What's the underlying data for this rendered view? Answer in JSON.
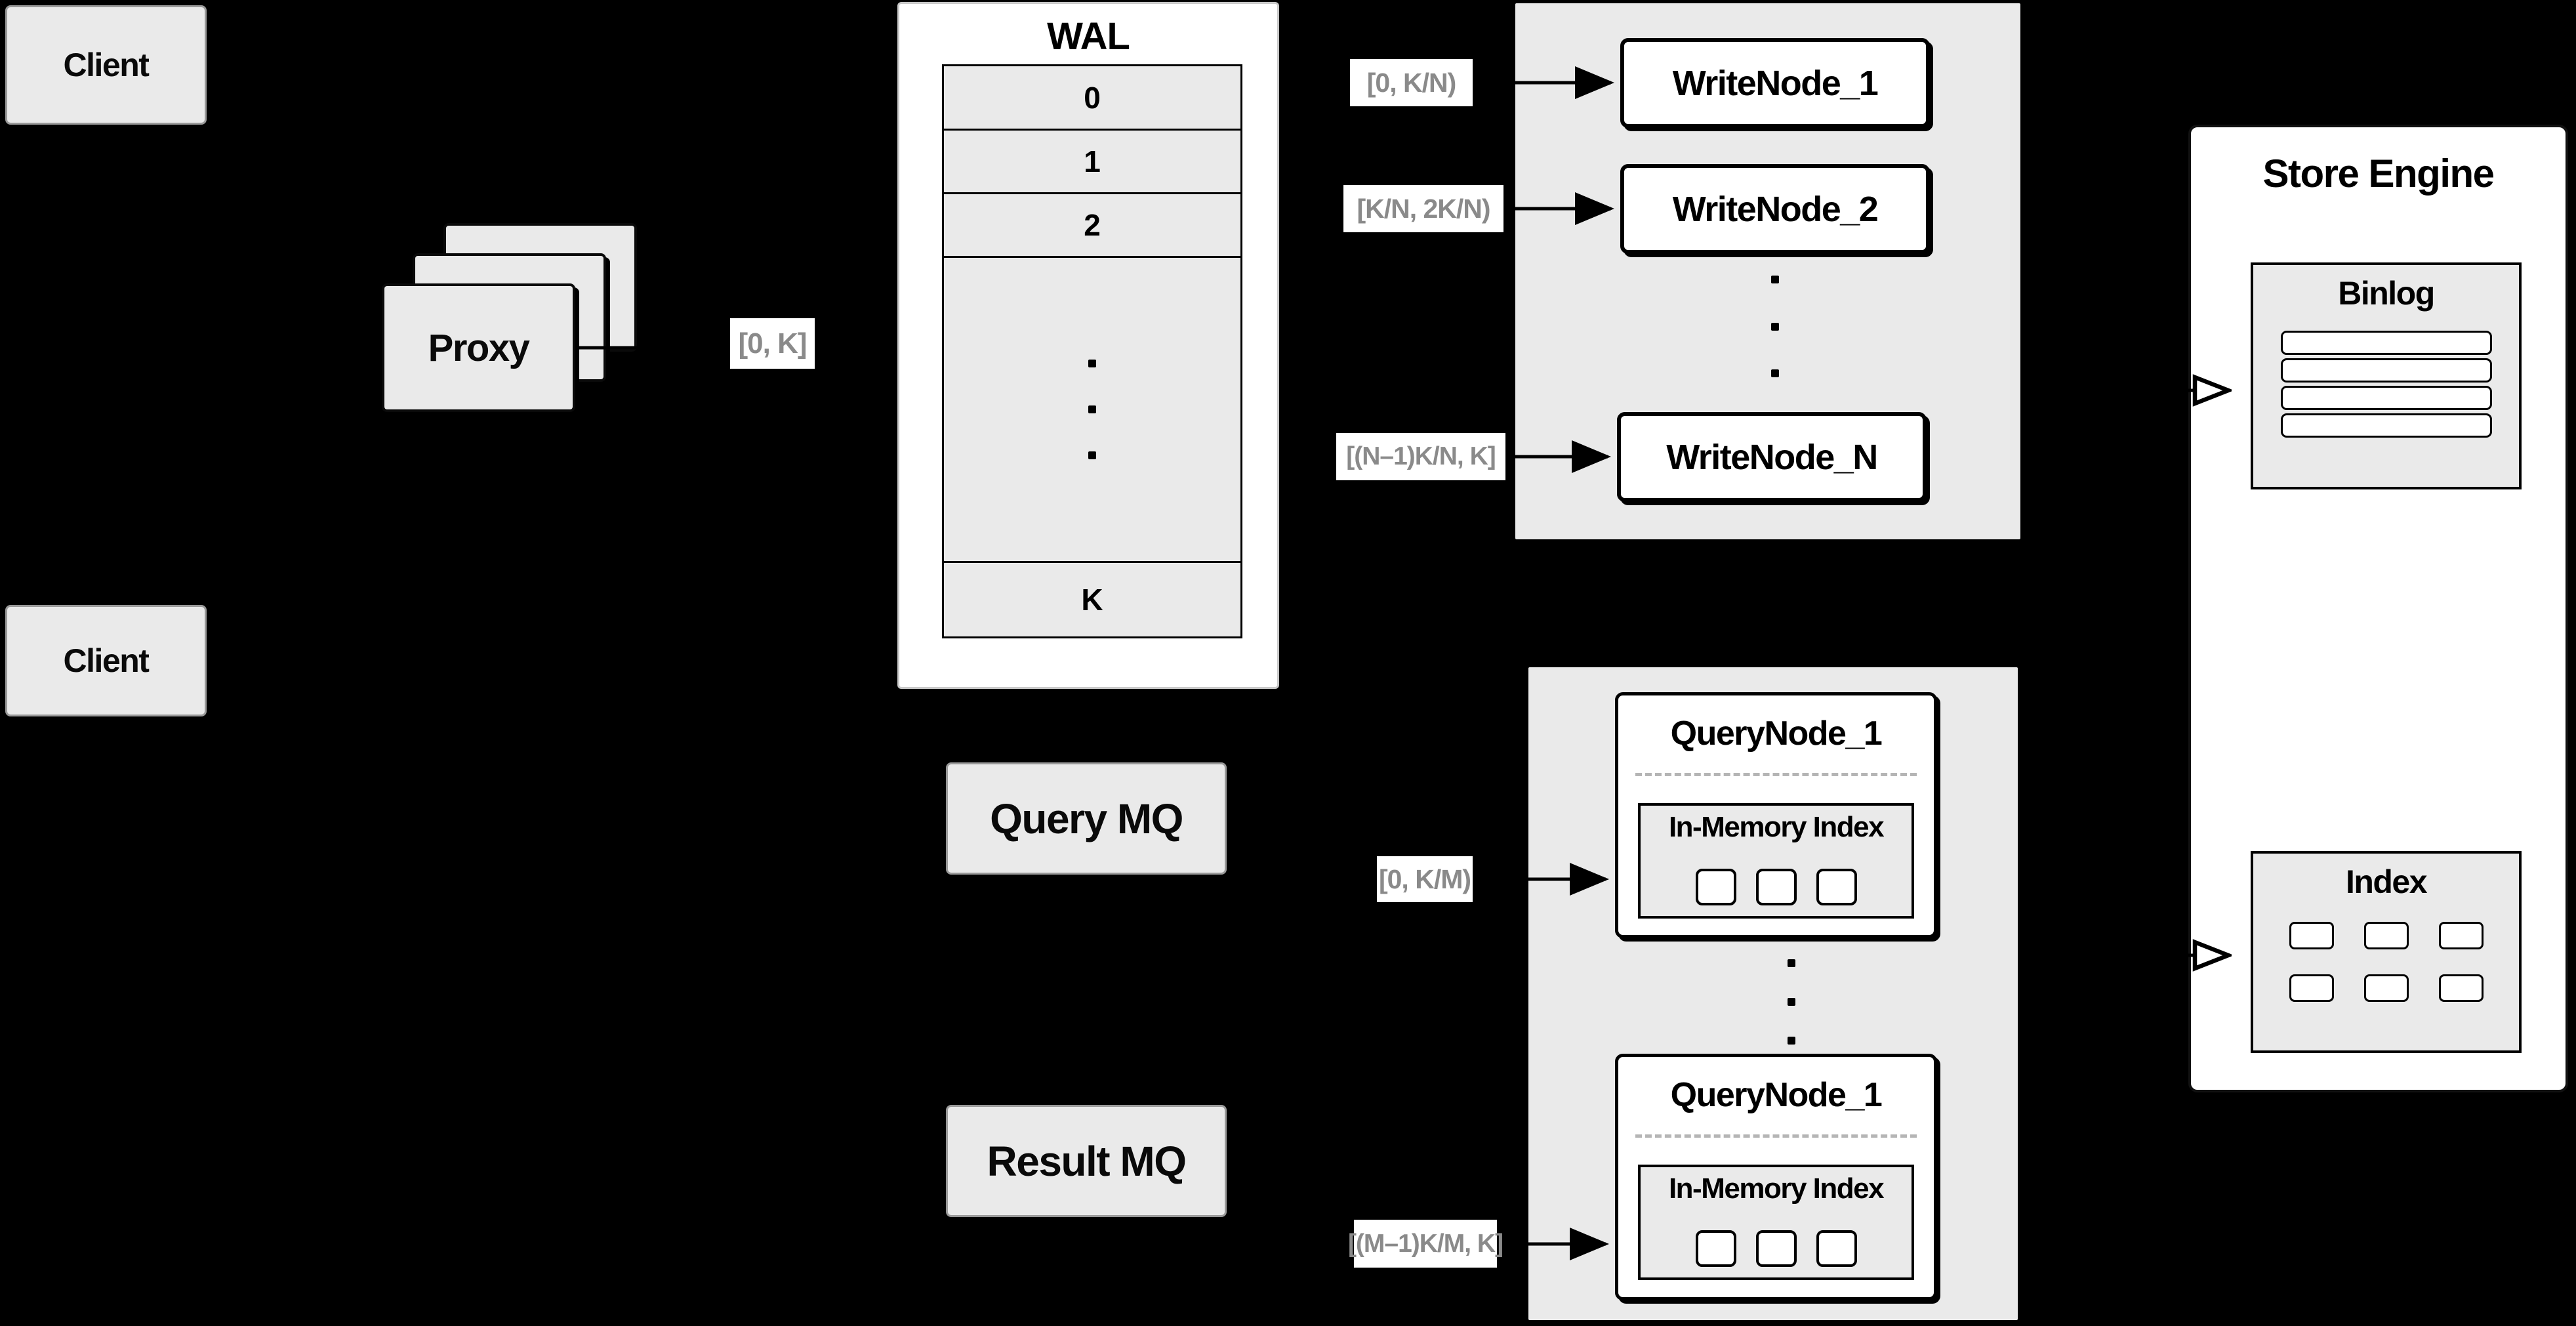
{
  "diagram": {
    "clients": {
      "top_label": "Client",
      "bottom_label": "Client"
    },
    "proxy": {
      "label": "Proxy",
      "range_label": "[0, K]"
    },
    "wal": {
      "title": "WAL",
      "rows": [
        "0",
        "1",
        "2",
        "K"
      ],
      "ellipsis": "⋮"
    },
    "write_group": {
      "nodes": [
        {
          "label": "WriteNode_1",
          "range": "[0, K/N)"
        },
        {
          "label": "WriteNode_2",
          "range": "[K/N, 2K/N)"
        },
        {
          "label": "WriteNode_N",
          "range": "[(N–1)K/N, K]"
        }
      ],
      "ellipsis": "⋮"
    },
    "mq": {
      "query_label": "Query MQ",
      "result_label": "Result MQ"
    },
    "query_group": {
      "nodes": [
        {
          "label": "QueryNode_1",
          "inner_title": "In-Memory Index",
          "range": "[0, K/M)"
        },
        {
          "label": "QueryNode_1",
          "inner_title": "In-Memory Index",
          "range": "[(M–1)K/M, K]"
        }
      ],
      "ellipsis": "⋮"
    },
    "store_engine": {
      "title": "Store Engine",
      "binlog_title": "Binlog",
      "index_title": "Index"
    },
    "colors": {
      "background": "#000000",
      "panel_gray": "#eaeaea",
      "box_white": "#ffffff",
      "border_black": "#000000",
      "range_text_gray": "#8a8a8a",
      "divider_dash_gray": "#b5b5b5"
    }
  }
}
